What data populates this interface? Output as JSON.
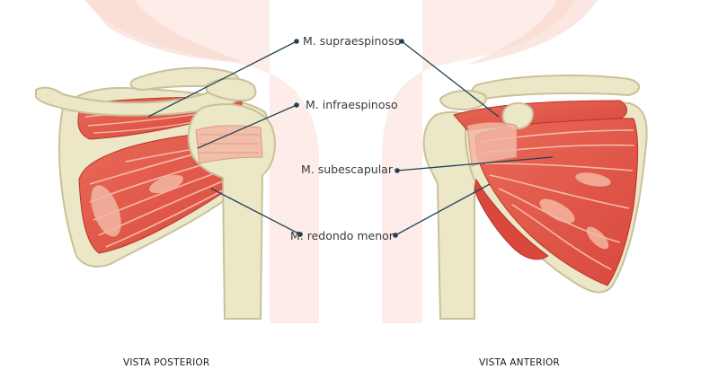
{
  "labels": {
    "supraespinoso": "M. supraespinoso",
    "infraespinoso": "M. infraespinoso",
    "subescapular": "M. subescapular",
    "redondo_menor": "M. redondo menor"
  },
  "captions": {
    "posterior": "VISTA POSTERIOR",
    "anterior": "VISTA ANTERIOR"
  },
  "colors": {
    "muscle": "#e2594a",
    "muscle_dark": "#c73b30",
    "muscle_light": "#f0a08a",
    "bone": "#ece7c6",
    "bone_outline": "#c9c199",
    "skin": "#fbe3dc",
    "leader_line": "#1f4256"
  }
}
